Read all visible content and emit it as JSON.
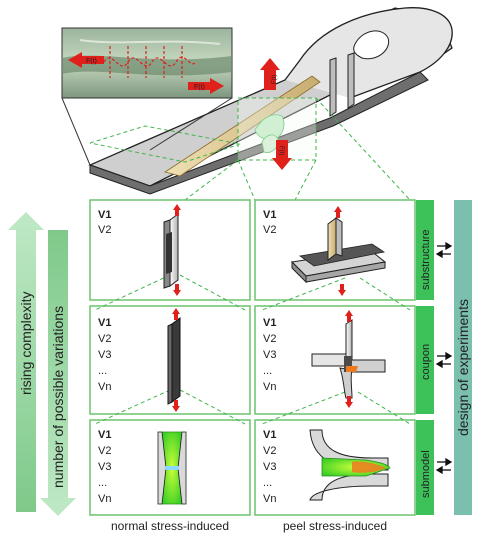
{
  "diagram": {
    "force_label": "F(t)",
    "left_arrow_text": "rising complexity",
    "right_arrow_text": "number of possible variations",
    "experiments_text": "design of experiments",
    "columns": [
      "normal stress-induced",
      "peel stress-induced"
    ],
    "levels": [
      "substructure",
      "coupon",
      "submodel"
    ],
    "panels": {
      "substructure": [
        "V1",
        "V2"
      ],
      "coupon": [
        "V1",
        "V2",
        "V3",
        "...",
        "Vn"
      ],
      "submodel": [
        "V1",
        "V2",
        "V3",
        "...",
        "Vn"
      ]
    }
  },
  "colors": {
    "green_arrow": "#9ed9a8",
    "teal_arrow": "#7bbfae",
    "label_green": "#3dc25a",
    "panel_border": "#6cc46f",
    "dash": "#3fb54a",
    "force_red": "#e0201b"
  }
}
